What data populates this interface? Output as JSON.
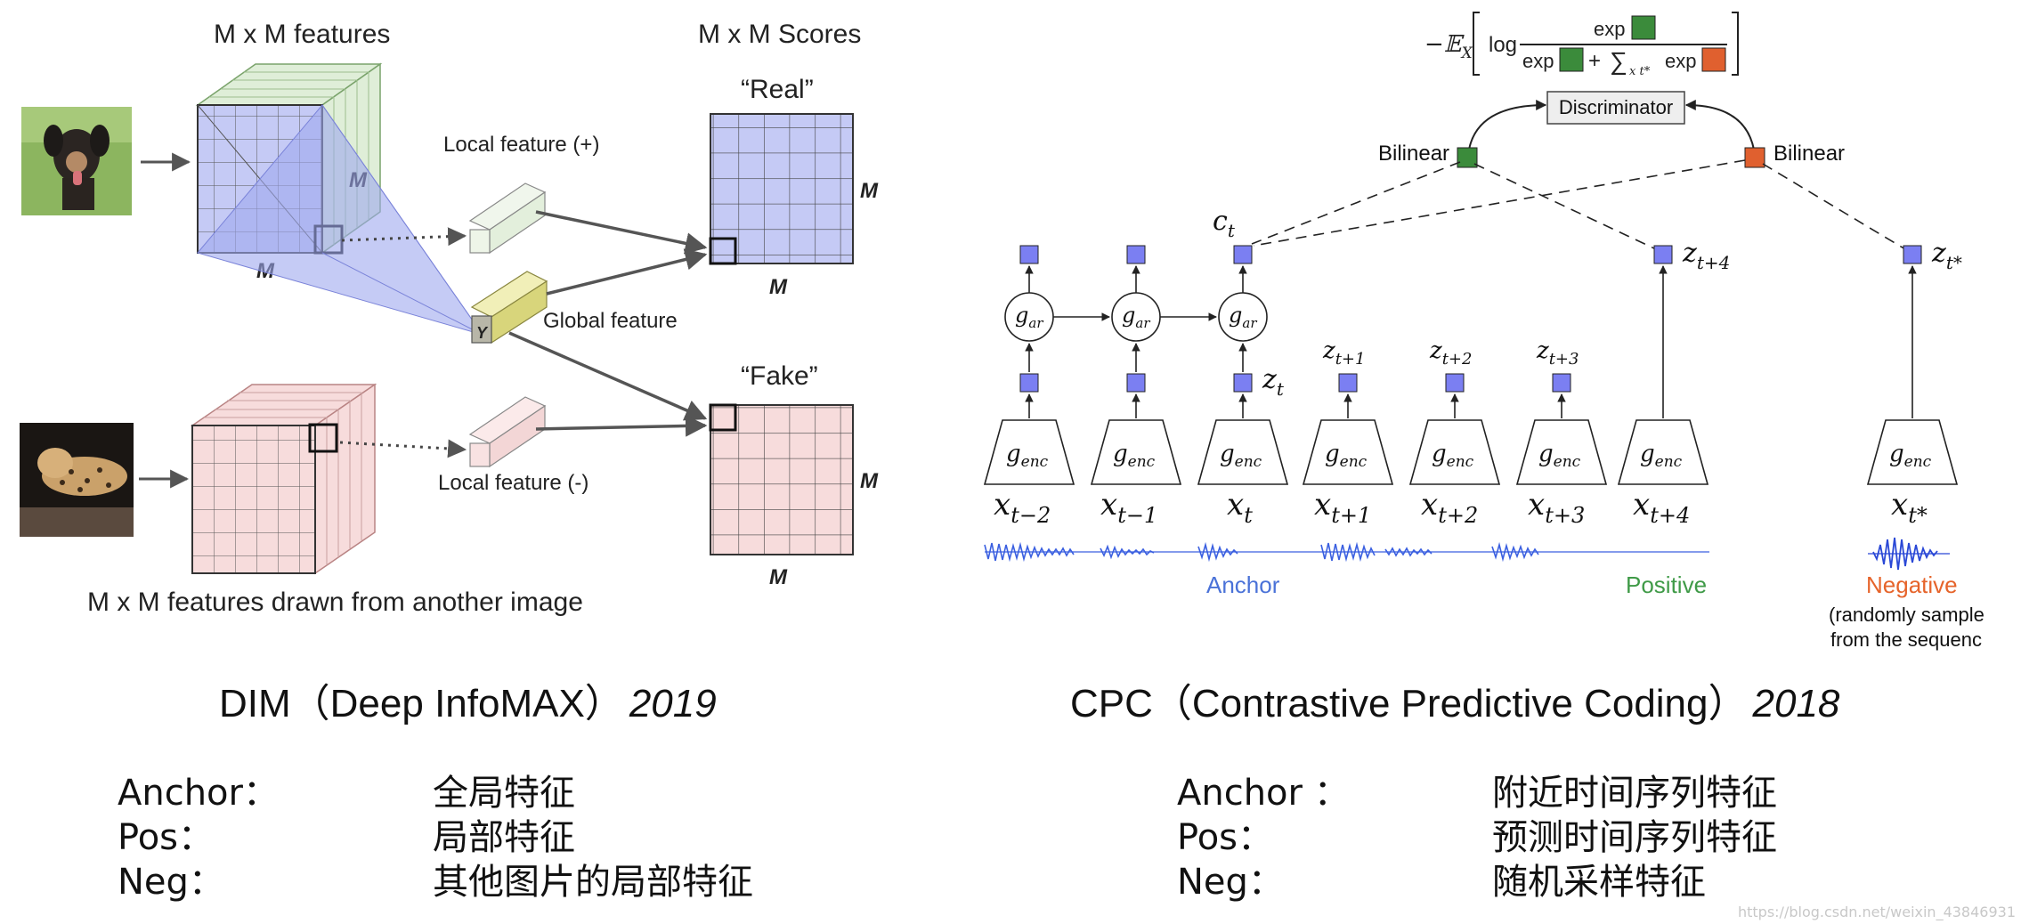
{
  "dim": {
    "feature_title": "M x M features",
    "scores_title": "M x M Scores",
    "real_label": "“Real”",
    "fake_label": "“Fake”",
    "local_pos": "Local feature (+)",
    "local_neg": "Local feature (-)",
    "global_feature": "Global feature",
    "drawn_from": "M x M features drawn from another image",
    "m_symbol": "M",
    "y_symbol": "Y",
    "caption": "DIM（Deep InfoMAX）",
    "year": "2019",
    "table": [
      {
        "key": "Anchor：",
        "value": "全局特征"
      },
      {
        "key": "Pos：",
        "value": "局部特征"
      },
      {
        "key": "Neg：",
        "value": "其他图片的局部特征"
      }
    ]
  },
  "cpc": {
    "discriminator": "Discriminator",
    "bilinear_left": "Bilinear",
    "bilinear_right": "Bilinear",
    "loss_neg_E": "−𝔼",
    "loss_sub_X": "X",
    "loss_log": "log",
    "loss_exp": "exp",
    "loss_plus": "+",
    "loss_sum": "∑",
    "loss_sum_sub": "x t*",
    "c_label": "c",
    "c_sub": "t",
    "g_ar": "g",
    "g_ar_sub": "ar",
    "g_enc": "g",
    "g_enc_sub": "enc",
    "z_t": "z",
    "z_t_sub": "t",
    "z_future": [
      {
        "sym": "z",
        "sub": "t+1"
      },
      {
        "sym": "z",
        "sub": "t+2"
      },
      {
        "sym": "z",
        "sub": "t+3"
      }
    ],
    "z_pos": {
      "sym": "z",
      "sub": "t+4"
    },
    "z_neg": {
      "sym": "z",
      "sub": "t*"
    },
    "inputs": [
      {
        "sym": "x",
        "sub": "t−2"
      },
      {
        "sym": "x",
        "sub": "t−1"
      },
      {
        "sym": "x",
        "sub": "t"
      },
      {
        "sym": "x",
        "sub": "t+1"
      },
      {
        "sym": "x",
        "sub": "t+2"
      },
      {
        "sym": "x",
        "sub": "t+3"
      },
      {
        "sym": "x",
        "sub": "t+4"
      },
      {
        "sym": "x",
        "sub": "t*"
      }
    ],
    "anchor": "Anchor",
    "positive": "Positive",
    "negative": "Negative",
    "neg_note_1": "(randomly sample",
    "neg_note_2": "from the sequenc",
    "caption": "CPC（Contrastive Predictive Coding）",
    "year": "2018",
    "table": [
      {
        "key": "Anchor ：",
        "value": "附近时间序列特征"
      },
      {
        "key": "Pos：",
        "value": "预测时间序列特征"
      },
      {
        "key": "Neg：",
        "value": "随机采样特征"
      }
    ]
  },
  "watermark": "https://blog.csdn.net/weixin_43846931",
  "colors": {
    "blue_fill": "#c5caf5",
    "red_fill": "#f7dcdc",
    "green_fill": "#dfeed8",
    "yellow_fill": "#ebe9a3",
    "node_blue": "#7b7ff2",
    "node_green": "#3b8b3b",
    "node_orange": "#e0602f",
    "anchor_blue": "#4a72d8",
    "positive_green": "#3f9a47",
    "negative_orange": "#e6642b"
  }
}
